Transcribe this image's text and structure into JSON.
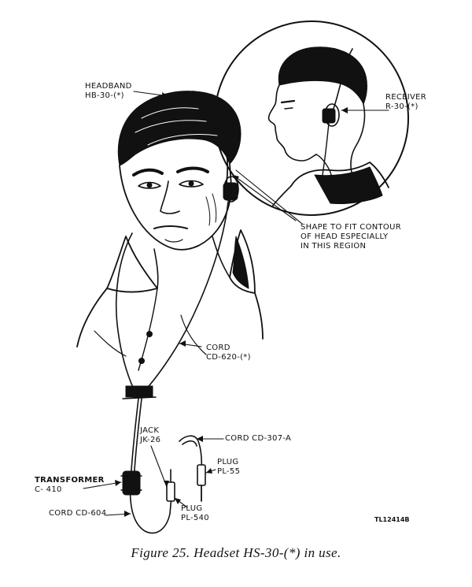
{
  "callouts": {
    "headband": [
      "HEADBAND",
      "HB-30-(*)"
    ],
    "receiver": [
      "RECEIVER",
      "R-30-(*)"
    ],
    "shape_note": [
      "SHAPE TO FIT CONTOUR",
      "OF HEAD ESPECIALLY",
      "IN THIS REGION"
    ],
    "cord_620": [
      "CORD",
      "CD-620-(*)"
    ],
    "jack": [
      "JACK",
      "JK-26"
    ],
    "cord_307": "CORD CD-307-A",
    "plug_55": [
      "PLUG",
      "PL-55"
    ],
    "transformer": [
      "TRANSFORMER",
      "C- 410"
    ],
    "plug_540": [
      "PLUG",
      "PL-540"
    ],
    "cord_604": "CORD CD-604"
  },
  "drawing_code": "TL12414B",
  "caption": "Figure 25. Headset HS-30-(*) in use."
}
